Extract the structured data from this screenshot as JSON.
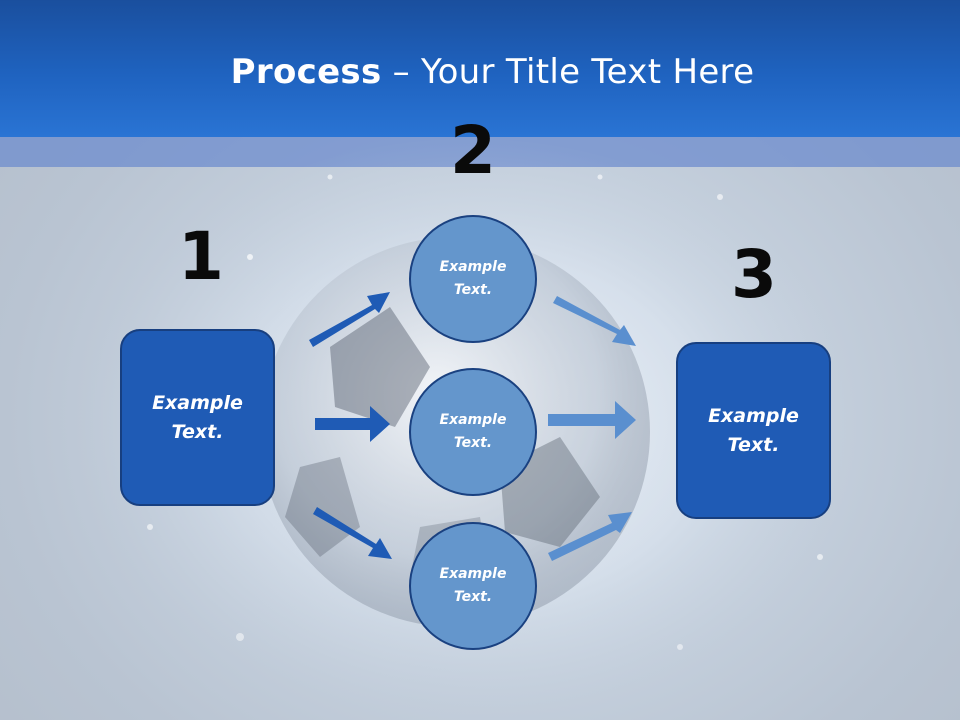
{
  "title": {
    "bold": "Process",
    "rest": " – Your Title Text Here"
  },
  "steps": [
    {
      "number": "1"
    },
    {
      "number": "2"
    },
    {
      "number": "3"
    }
  ],
  "left_box": {
    "text": "Example\nText."
  },
  "right_box": {
    "text": "Example\nText."
  },
  "circles": [
    {
      "text": "Example\nText."
    },
    {
      "text": "Example\nText."
    },
    {
      "text": "Example\nText."
    }
  ],
  "colors": {
    "header": "#1f63c0",
    "box_fill": "#1f5bb5",
    "circle_fill": "#6496cc",
    "arrow_dark": "#1f5bb5",
    "arrow_light": "#5a8fcf"
  }
}
